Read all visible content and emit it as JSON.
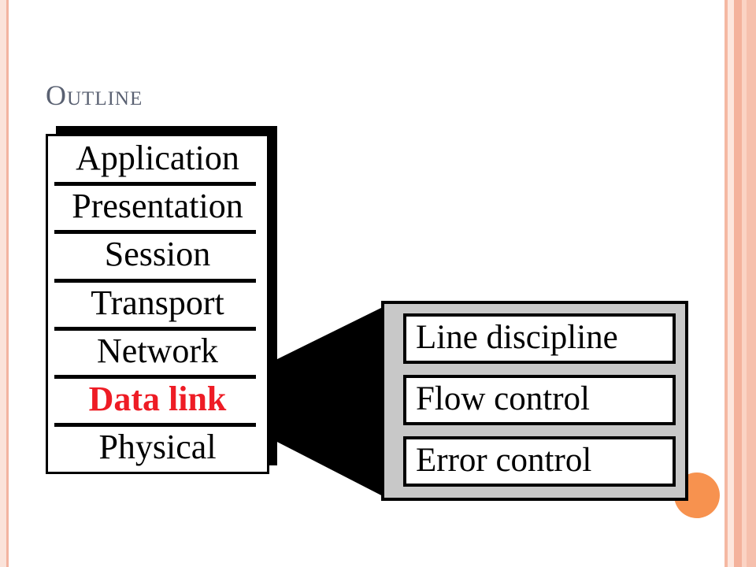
{
  "title": "Outline",
  "layers": [
    {
      "label": "Application",
      "highlight": false
    },
    {
      "label": "Presentation",
      "highlight": false
    },
    {
      "label": "Session",
      "highlight": false
    },
    {
      "label": "Transport",
      "highlight": false
    },
    {
      "label": "Network",
      "highlight": false
    },
    {
      "label": "Data link",
      "highlight": true
    },
    {
      "label": "Physical",
      "highlight": false
    }
  ],
  "data_link_functions": [
    {
      "label": "Line discipline"
    },
    {
      "label": "Flow control"
    },
    {
      "label": "Error control"
    }
  ],
  "colors": {
    "highlight": "#ee1c25",
    "detail_background": "#c8c8c8",
    "accent_dot": "#f7924f",
    "title": "#5a6172"
  }
}
